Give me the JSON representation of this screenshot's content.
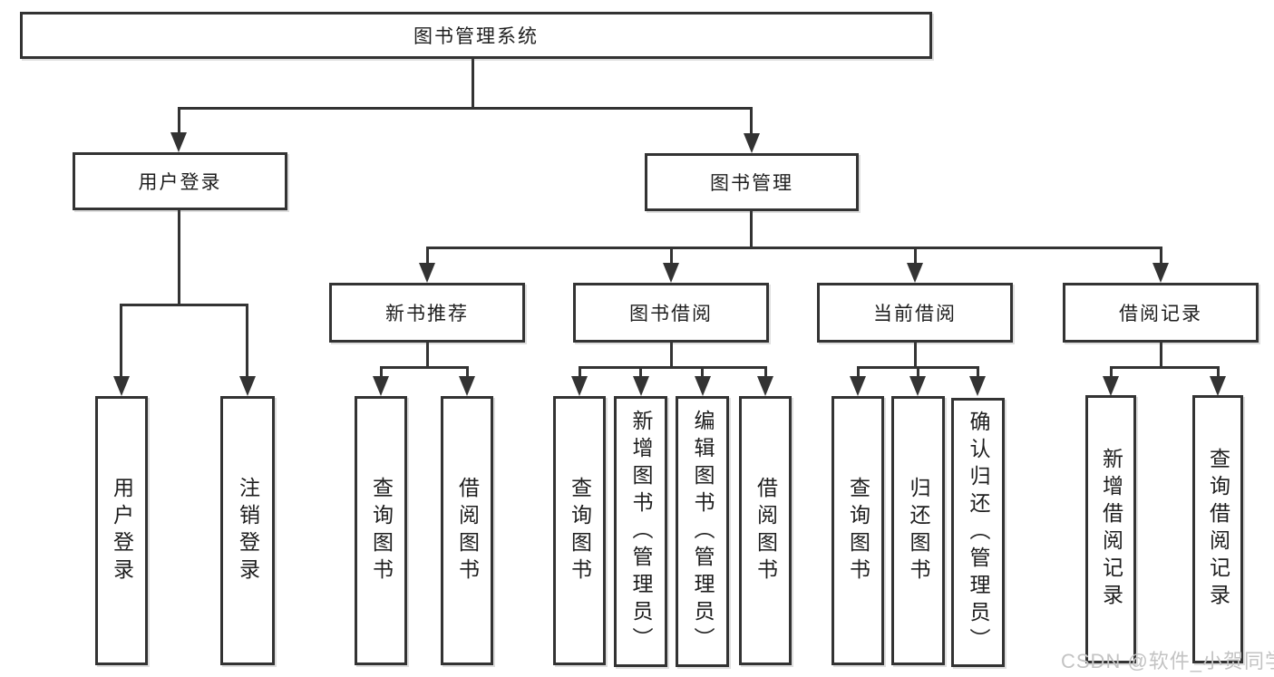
{
  "diagram": {
    "tree": {
      "root": {
        "label": "图书管理系统"
      },
      "level2": [
        {
          "label": "用户登录"
        },
        {
          "label": "图书管理"
        }
      ],
      "level3": [
        {
          "label": "新书推荐"
        },
        {
          "label": "图书借阅"
        },
        {
          "label": "当前借阅"
        },
        {
          "label": "借阅记录"
        }
      ],
      "leaves": {
        "user_login": [
          "用户登录",
          "注销登录"
        ],
        "new_book_rec": [
          "查询图书",
          "借阅图书"
        ],
        "book_borrow": [
          "查询图书",
          "新增图书（管理员）",
          "编辑图书（管理员）",
          "借阅图书"
        ],
        "current_borrow": [
          "查询图书",
          "归还图书",
          "确认归还（管理员）"
        ],
        "borrow_record": [
          "新增借阅记录",
          "查询借阅记录"
        ]
      }
    },
    "colors": {
      "line": "#333333",
      "box_border": "#333333",
      "text": "#1e1e1e",
      "background": "#ffffff",
      "watermark": "#c3c3c3"
    }
  },
  "watermark": {
    "text": "CSDN @软件_小贺同学"
  }
}
